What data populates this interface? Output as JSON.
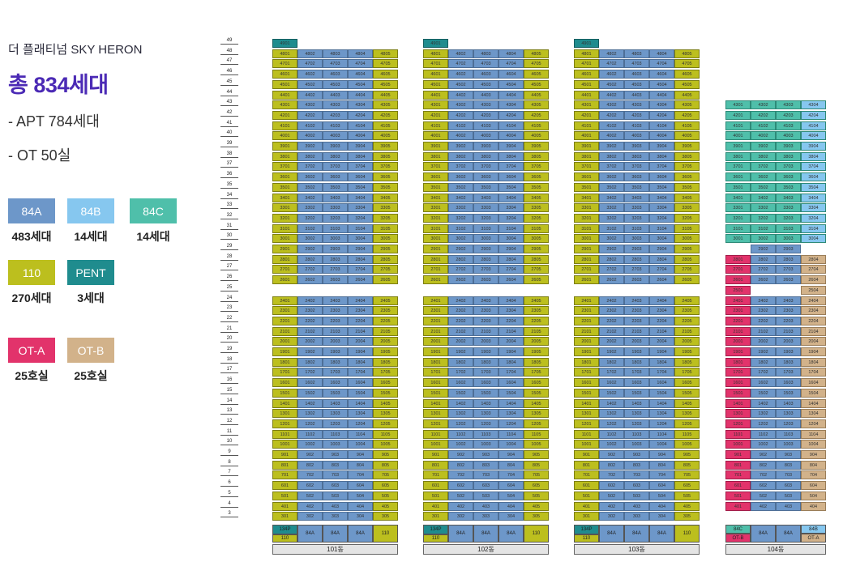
{
  "legend": {
    "subtitle": "더 플래티넘 SKY HERON",
    "total": "총 834세대",
    "apt": "- APT 784세대",
    "ot": "- OT 50실",
    "types": [
      {
        "label": "84A",
        "count": "483세대",
        "color": "#6d97c9"
      },
      {
        "label": "84B",
        "count": "14세대",
        "color": "#86c7ef"
      },
      {
        "label": "84C",
        "count": "14세대",
        "color": "#4fbfaa"
      },
      {
        "label": "110",
        "count": "270세대",
        "color": "#bcbf1e"
      },
      {
        "label": "PENT",
        "count": "3세대",
        "color": "#1f8c8e"
      },
      {
        "label": "OT-A",
        "count": "25호실",
        "color": "#e2336b"
      },
      {
        "label": "OT-B",
        "count": "25호실",
        "color": "#d2b28a"
      }
    ]
  },
  "floors": [
    49,
    48,
    47,
    46,
    45,
    44,
    43,
    42,
    41,
    40,
    39,
    38,
    37,
    36,
    35,
    34,
    33,
    32,
    31,
    30,
    29,
    28,
    27,
    26,
    25,
    24,
    23,
    22,
    21,
    20,
    19,
    18,
    17,
    16,
    15,
    14,
    13,
    12,
    11,
    10,
    9,
    8,
    7,
    6,
    5,
    4,
    3
  ],
  "buildings": [
    {
      "name": "101동",
      "base": {
        "p": "134P",
        "low": "110",
        "units": [
          "84A",
          "84A",
          "84A"
        ],
        "right": "110"
      }
    },
    {
      "name": "102동",
      "base": {
        "p": "134P",
        "low": "110",
        "units": [
          "84A",
          "84A",
          "84A"
        ],
        "right": "110"
      }
    },
    {
      "name": "103동",
      "base": {
        "p": "134P",
        "low": "110",
        "units": [
          "84A",
          "84A",
          "84A"
        ],
        "right": "110"
      }
    },
    {
      "name": "104동",
      "base": {
        "c1": "84C",
        "c2": "OT-B",
        "units": [
          "84A",
          "84A"
        ],
        "r1": "84B",
        "r2": "OT-A"
      }
    }
  ]
}
